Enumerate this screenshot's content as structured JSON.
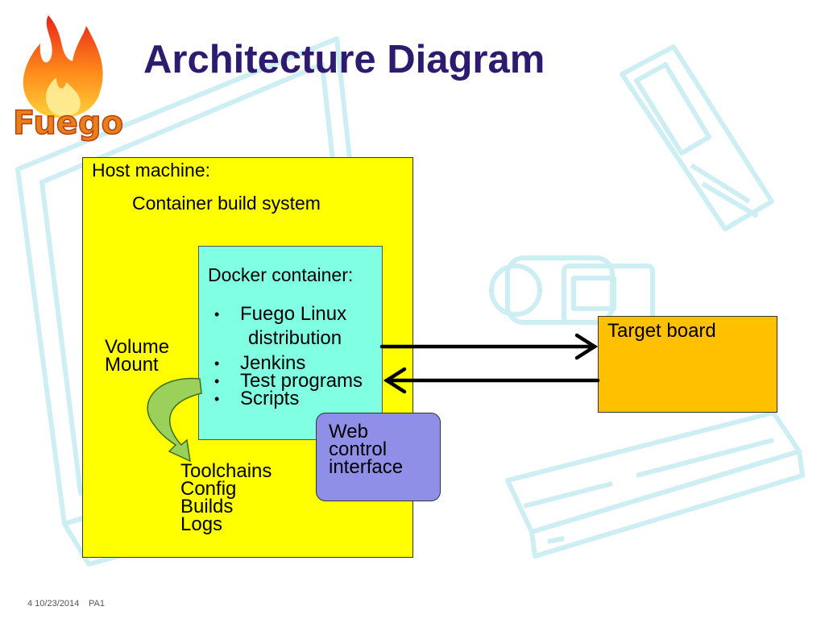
{
  "title": "Architecture Diagram",
  "logo": {
    "text": "Fuego"
  },
  "host": {
    "label": "Host machine:",
    "subtitle": "Container build system"
  },
  "docker": {
    "label": "Docker container:",
    "items": [
      "Fuego Linux",
      "distribution",
      "Jenkins",
      "Test programs",
      "Scripts"
    ]
  },
  "volume": {
    "line1": "Volume",
    "line2": "Mount"
  },
  "host_items": [
    "Toolchains",
    "Config",
    "Builds",
    "Logs"
  ],
  "web": {
    "line1": "Web",
    "line2": "control",
    "line3": "interface"
  },
  "target": {
    "label": "Target board"
  },
  "footer": {
    "date": "4 10/23/2014",
    "id": "PA1"
  },
  "colors": {
    "title": "#2e1a6e",
    "host_fill": "#ffff00",
    "docker_fill": "#80ffe3",
    "target_fill": "#ffc000",
    "web_fill": "#8f8fe8",
    "arrow_green": "#9bd15a",
    "background_art": "#cdeef2"
  },
  "icons": [
    "flame-logo-icon",
    "laptop-outline-icon",
    "phone-outline-icon",
    "camcorder-outline-icon",
    "dvd-player-outline-icon"
  ]
}
